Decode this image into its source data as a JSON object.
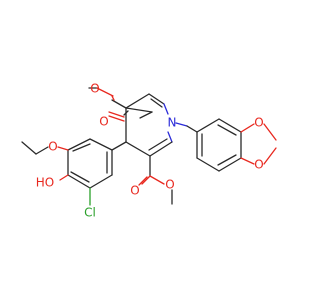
{
  "molecule": {
    "atoms": {
      "o_ester_top_methoxy": "O",
      "o_ester_top_carbonyl": "O",
      "n_ring": "N",
      "o_dioxole_top": "O",
      "o_dioxole_bottom": "O",
      "o_ethoxy": "O",
      "oh_label": "HO",
      "cl_label": "Cl",
      "o_ester_bottom_carbonyl": "O",
      "o_ester_bottom_methoxy": "O"
    },
    "colors": {
      "carbon_bond": "#2a2a2a",
      "oxygen": "#e8281f",
      "nitrogen": "#2b2bd9",
      "chlorine": "#2aa02a"
    }
  }
}
